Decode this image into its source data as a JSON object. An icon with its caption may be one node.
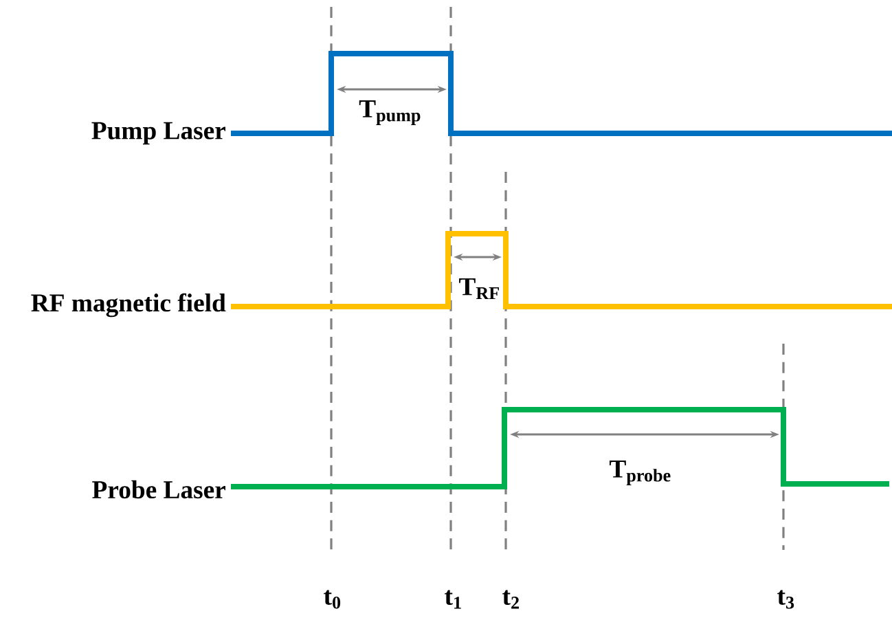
{
  "diagram": {
    "labels": [
      "Pump Laser",
      "T$_{pump}$",
      "RF magnetic field",
      "T$_{RF}$",
      "Probe Laser",
      "T$_{probe}$",
      "t$_{0}$",
      "t$_{1}$",
      "t$_{2}$",
      "t$_{3}$"
    ]
  }
}
